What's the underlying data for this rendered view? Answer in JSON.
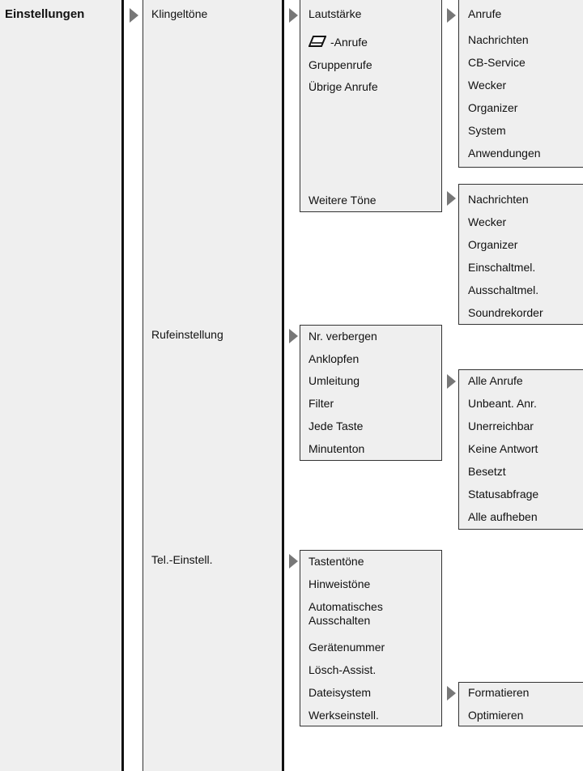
{
  "root": {
    "title": "Einstellungen"
  },
  "level1": [
    {
      "label": "Klingeltöne"
    },
    {
      "label": "Rufeinstellung"
    },
    {
      "label": "Tel.-Einstell."
    }
  ],
  "klingeltoene": {
    "items": [
      "Lautstärke",
      "-Anrufe",
      "Gruppenrufe",
      "Übrige Anrufe",
      "Weitere Töne"
    ],
    "lautstaerke_sub": [
      "Anrufe",
      "Nachrichten",
      "CB-Service",
      "Wecker",
      "Organizer",
      "System",
      "Anwendungen"
    ],
    "weitere_sub": [
      "Nachrichten",
      "Wecker",
      "Organizer",
      "Einschaltmel.",
      "Ausschaltmel.",
      "Soundrekorder"
    ]
  },
  "rufeinstellung": {
    "items": [
      "Nr. verbergen",
      "Anklopfen",
      "Umleitung",
      "Filter",
      "Jede Taste",
      "Minutenton"
    ],
    "umleitung_sub": [
      "Alle Anrufe",
      "Unbeant. Anr.",
      "Unerreichbar",
      "Keine Antwort",
      "Besetzt",
      "Statusabfrage",
      "Alle aufheben"
    ]
  },
  "teleinstell": {
    "items": [
      "Tastentöne",
      "Hinweistöne",
      "Automatisches",
      "Ausschalten",
      "Gerätenummer",
      "Lösch-Assist.",
      "Dateisystem",
      "Werkseinstell."
    ],
    "dateisystem_sub": [
      "Formatieren",
      "Optimieren"
    ]
  },
  "icons": {
    "arrow": "menu-arrow-icon",
    "notebook": "notebook-icon"
  },
  "colors": {
    "box_fill": "#efefef",
    "arrow": "#777777",
    "border": "#333333"
  }
}
